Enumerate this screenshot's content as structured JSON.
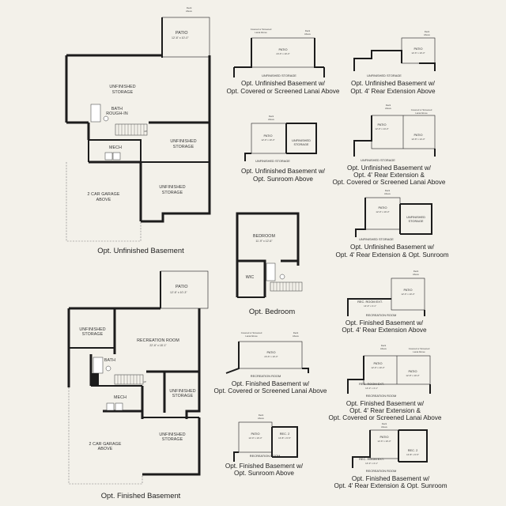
{
  "main_unfinished": {
    "caption": "Opt. Unfinished Basement",
    "patio": "PATIO",
    "patio_dim": "12'-6\" x 10'-0\"",
    "deck_above": [
      "Deck",
      "Above"
    ],
    "storage_top": [
      "UNFINISHED",
      "STORAGE"
    ],
    "bath": [
      "BATH",
      "ROUGH-IN"
    ],
    "mech": "MECH",
    "storage_mid": [
      "UNFINISHED",
      "STORAGE"
    ],
    "storage_low": [
      "UNFINISHED",
      "STORAGE"
    ],
    "garage": [
      "2 CAR GARAGE",
      "ABOVE"
    ],
    "up": "UP"
  },
  "main_finished": {
    "caption": "Opt. Finished Basement",
    "patio": "PATIO",
    "patio_dim": "12'-6\" x 10'-3\"",
    "storage_left": [
      "UNFINISHED",
      "STORAGE"
    ],
    "rec": "RECREATION ROOM",
    "rec_dim": "22'-6\" x 18'-1\"",
    "bath": "BATH",
    "mech": "MECH",
    "storage_mid": [
      "UNFINISHED",
      "STORAGE"
    ],
    "storage_low": [
      "UNFINISHED",
      "STORAGE"
    ],
    "garage": [
      "2 CAR GARAGE",
      "ABOVE"
    ],
    "up": "UP"
  },
  "bedroom": {
    "caption": "Opt. Bedroom",
    "room": "BEDROOM",
    "dim": "11'-9\" x 12'-6\"",
    "wic": "WIC"
  },
  "variants": {
    "v1": {
      "caption": [
        "Opt. Unfinished Basement w/",
        "Opt. Covered or Screened Lanai Above"
      ],
      "label": "PATIO",
      "dim": "24'-6\" x 10'-3\"",
      "bottom": "UNFINISHED STORAGE",
      "note1": [
        "Covered or Screened",
        "Lanai Above"
      ],
      "note2": [
        "Deck",
        "Above"
      ]
    },
    "v2": {
      "caption": [
        "Opt. Unfinished Basement w/",
        "Opt. 4' Rear Extension Above"
      ],
      "label": "PATIO",
      "dim": "12'-6\" x 10'-3\"",
      "bottom": "UNFINISHED STORAGE",
      "note2": [
        "Deck",
        "Above"
      ]
    },
    "v3": {
      "caption": [
        "Opt. Unfinished Basement w/",
        "Opt. Sunroom Above"
      ],
      "label": "PATIO",
      "dim": "12'-9\" x 10'-3\"",
      "room2": [
        "UNFINISHED",
        "STORAGE"
      ],
      "bottom": "UNFINISHED STORAGE",
      "note2": [
        "Deck",
        "Above"
      ]
    },
    "v4": {
      "caption": [
        "Opt. Unfinished Basement w/",
        "Opt. 4' Rear Extension &",
        "Opt. Covered or Screened Lanai Above"
      ],
      "label": "PATIO",
      "dim": "12'-9\" x 14'-3\"",
      "label2": "PATIO",
      "dim2": "12'-8\" x 14'-3\"",
      "bottom": "UNFINISHED STORAGE",
      "note1": [
        "Covered or Screened",
        "Lanai Above"
      ],
      "note2": [
        "Deck",
        "Above"
      ]
    },
    "v5": {
      "caption": [
        "Opt. Unfinished Basement w/",
        "Opt. 4' Rear Extension & Opt. Sunroom"
      ],
      "label": "PATIO",
      "dim": "12'-9\" x 10'-3\"",
      "room2": [
        "UNFINISHED",
        "STORAGE"
      ],
      "bottom": "UNFINISHED STORAGE",
      "note2": [
        "Deck",
        "Above"
      ]
    },
    "v6": {
      "caption": [
        "Opt. Finished Basement w/",
        "Opt. 4' Rear Extension Above"
      ],
      "label": "PATIO",
      "dim": "12'-6\" x 10'-3\"",
      "room": "REC. ROOM EXT.",
      "room_dim": "14'-0\" x 4'-1\"",
      "bottom": "RECREATION ROOM",
      "note2": [
        "Deck",
        "Above"
      ]
    },
    "v7": {
      "caption": [
        "Opt. Finished Basement w/",
        "Opt. Covered or Screened Lanai Above"
      ],
      "label": "PATIO",
      "dim": "24'-6\" x 10'-3\"",
      "bottom": "RECREATION ROOM",
      "note1": [
        "Covered or Screened",
        "Lanai Above"
      ],
      "note2": [
        "Deck",
        "Above"
      ]
    },
    "v8": {
      "caption": [
        "Opt. Finished Basement w/",
        "Opt. 4' Rear Extension &",
        "Opt. Covered or Screened Lanai Above"
      ],
      "label": "PATIO",
      "dim": "12'-9\" x 10'-3\"",
      "label2": "PATIO",
      "dim2": "12'-8\" x 10'-3\"",
      "room": "REC. ROOM EXT.",
      "room_dim": "14'-0\" x 4'-1\"",
      "bottom": "RECREATION ROOM",
      "note1": [
        "Covered or Screened",
        "Lanai Above"
      ],
      "note2": [
        "Deck",
        "Above"
      ]
    },
    "v9": {
      "caption": [
        "Opt. Finished Basement w/",
        "Opt. Sunroom Above"
      ],
      "label": "PATIO",
      "dim": "12'-9\" x 10'-3\"",
      "room2": "REC. 2",
      "room2_dim": "10'-8\" x 6'-5\"",
      "bottom": "RECREATION ROOM",
      "note2": [
        "Deck",
        "Above"
      ]
    },
    "v10": {
      "caption": [
        "Opt. Finished Basement w/",
        "Opt. 4' Rear Extension & Opt. Sunroom"
      ],
      "label": "PATIO",
      "dim": "12'-6\" x 10'-3\"",
      "room2": "REC. 2",
      "room2_dim": "10'-8\" x 6'-5\"",
      "room": "REC. ROOM EXT.",
      "room_dim": "14'-0\" x 4'-1\"",
      "bottom": "RECREATION ROOM",
      "note2": [
        "Deck",
        "Above"
      ]
    }
  },
  "colors": {
    "background": "#f3f1ea",
    "wall": "#1c1c1c",
    "fixture": "#ffffff"
  }
}
